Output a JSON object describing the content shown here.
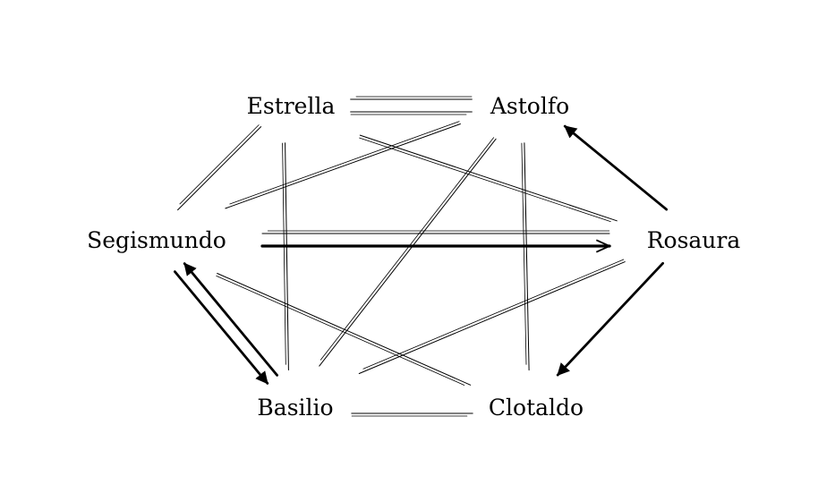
{
  "diagram": {
    "nodes": [
      {
        "id": "estrella",
        "label": "Estrella"
      },
      {
        "id": "astolfo",
        "label": "Astolfo"
      },
      {
        "id": "segismundo",
        "label": "Segismundo"
      },
      {
        "id": "rosaura",
        "label": "Rosaura"
      },
      {
        "id": "basilio",
        "label": "Basilio"
      },
      {
        "id": "clotaldo",
        "label": "Clotaldo"
      }
    ],
    "edges": [
      {
        "from": "estrella",
        "to": "astolfo",
        "weight": 1
      },
      {
        "from": "astolfo",
        "to": "estrella",
        "weight": 1
      },
      {
        "from": "segismundo",
        "to": "rosaura",
        "weight": 4
      },
      {
        "from": "rosaura",
        "to": "segismundo",
        "weight": 1
      },
      {
        "from": "rosaura",
        "to": "astolfo",
        "weight": 3
      },
      {
        "from": "segismundo",
        "to": "basilio",
        "weight": 3
      },
      {
        "from": "basilio",
        "to": "segismundo",
        "weight": 3
      },
      {
        "from": "segismundo",
        "to": "clotaldo",
        "weight": 1
      },
      {
        "from": "estrella",
        "to": "segismundo",
        "weight": 1
      },
      {
        "from": "astolfo",
        "to": "segismundo",
        "weight": 1
      },
      {
        "from": "estrella",
        "to": "basilio",
        "weight": 1
      },
      {
        "from": "estrella",
        "to": "rosaura",
        "weight": 1
      },
      {
        "from": "astolfo",
        "to": "basilio",
        "weight": 1
      },
      {
        "from": "astolfo",
        "to": "clotaldo",
        "weight": 1
      },
      {
        "from": "basilio",
        "to": "clotaldo",
        "weight": 1
      },
      {
        "from": "rosaura",
        "to": "basilio",
        "weight": 1
      },
      {
        "from": "rosaura",
        "to": "clotaldo",
        "weight": 3
      }
    ]
  }
}
